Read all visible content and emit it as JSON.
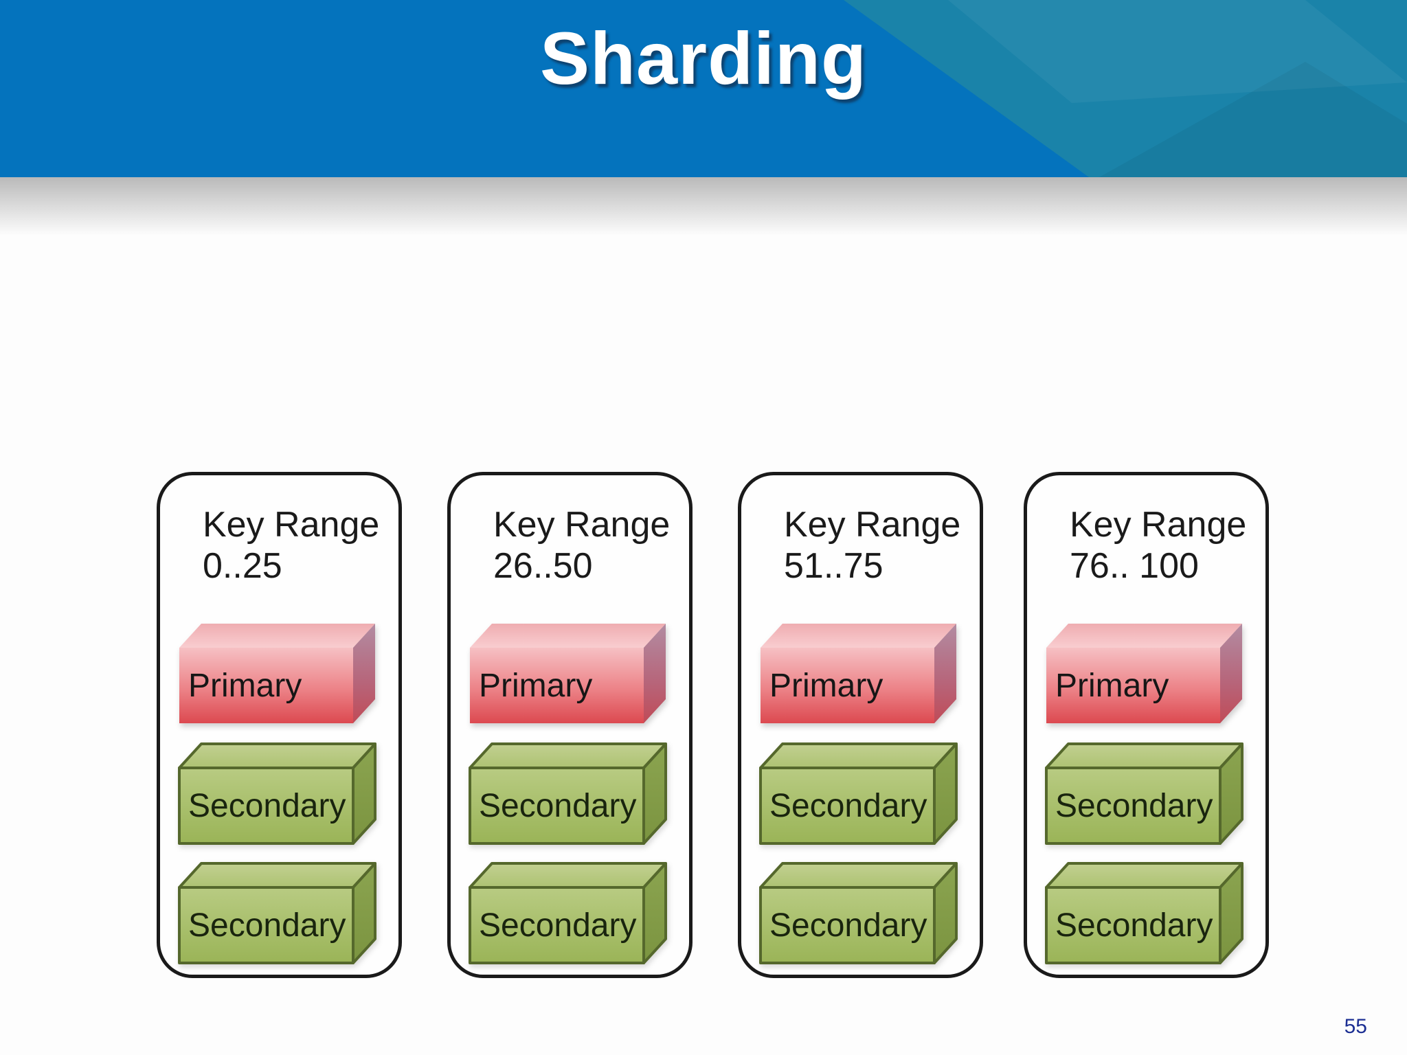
{
  "slide": {
    "title": "Sharding",
    "page_number": "55"
  },
  "colors": {
    "header_blue": "#0473bd",
    "header_accent_teal": "#1a83a9",
    "title_text": "#ffffff",
    "title_shadow": "#0f3a62",
    "page_number": "#1c2f93",
    "shard_border": "#1a1a1a",
    "primary_box_red": "#e05a5e",
    "secondary_box_green": "#a5bd6a",
    "secondary_box_border": "#55682c",
    "label_text": "#1a1a1a"
  },
  "shards": [
    {
      "key_range_label": "Key Range",
      "key_range": "0..25",
      "primary_label": "Primary",
      "secondary_labels": [
        "Secondary",
        "Secondary"
      ]
    },
    {
      "key_range_label": "Key Range",
      "key_range": "26..50",
      "primary_label": "Primary",
      "secondary_labels": [
        "Secondary",
        "Secondary"
      ]
    },
    {
      "key_range_label": "Key Range",
      "key_range": "51..75",
      "primary_label": "Primary",
      "secondary_labels": [
        "Secondary",
        "Secondary"
      ]
    },
    {
      "key_range_label": "Key Range",
      "key_range": "76.. 100",
      "primary_label": "Primary",
      "secondary_labels": [
        "Secondary",
        "Secondary"
      ]
    }
  ]
}
